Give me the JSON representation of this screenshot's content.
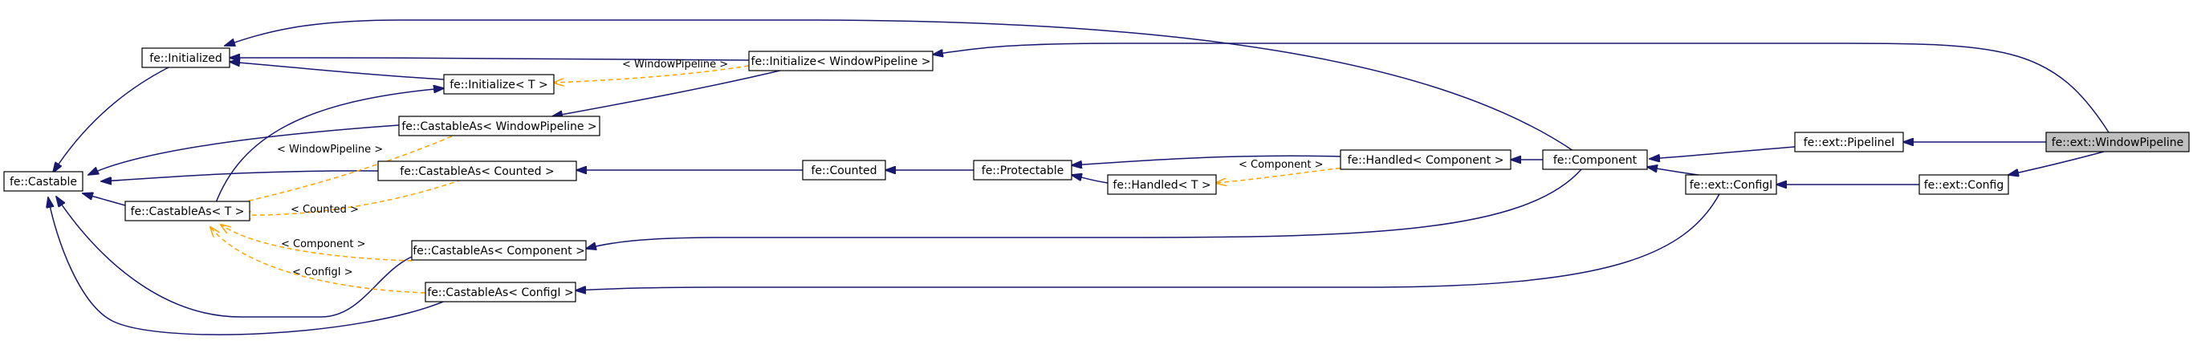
{
  "diagram": {
    "nodes": {
      "window_pipeline": "fe::ext::WindowPipeline",
      "pipeline_i": "fe::ext::PipelineI",
      "config": "fe::ext::Config",
      "config_i": "fe::ext::ConfigI",
      "component": "fe::Component",
      "handled_component": "fe::Handled< Component >",
      "handled_t": "fe::Handled< T >",
      "protectable": "fe::Protectable",
      "counted": "fe::Counted",
      "initialize_wp": "fe::Initialize< WindowPipeline >",
      "initialize_t": "fe::Initialize< T >",
      "initialized": "fe::Initialized",
      "castable": "fe::Castable",
      "castable_as_t": "fe::CastableAs< T >",
      "castable_as_wp": "fe::CastableAs< WindowPipeline >",
      "castable_as_counted": "fe::CastableAs< Counted >",
      "castable_as_component": "fe::CastableAs< Component >",
      "castable_as_config_i": "fe::CastableAs< ConfigI >"
    },
    "edge_labels": {
      "wp_to_init": "< WindowPipeline >",
      "wp_to_castable": "< WindowPipeline >",
      "counted": "< Counted >",
      "component_handled": "< Component >",
      "component_castable": "< Component >",
      "config_i": "< ConfigI >"
    },
    "colors": {
      "inheritance_edge": "#191970",
      "template_edge": "#ffa500",
      "highlight_node": "#bfbfbf"
    }
  }
}
